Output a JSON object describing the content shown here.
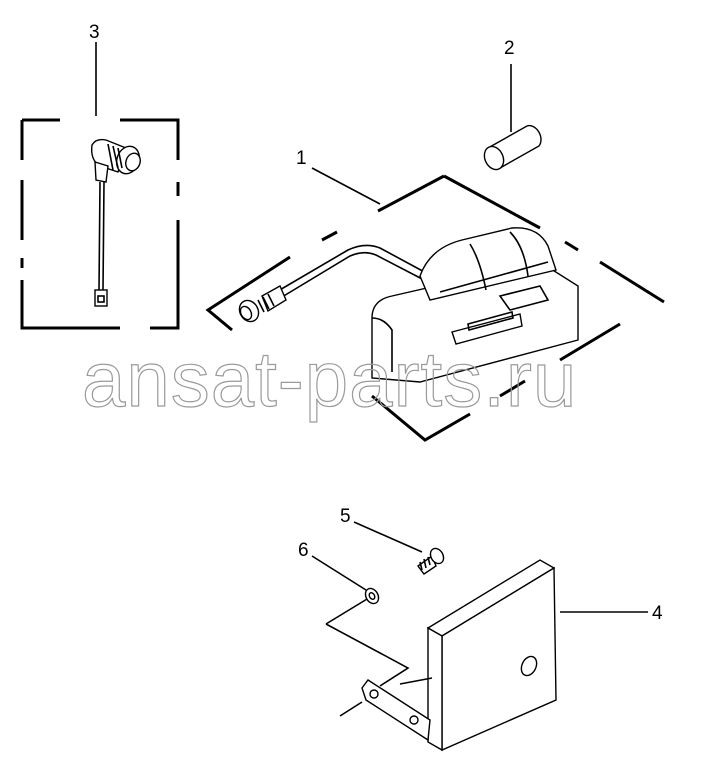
{
  "callouts": {
    "c1": "1",
    "c2": "2",
    "c3": "3",
    "c4": "4",
    "c5": "5",
    "c6": "6"
  },
  "watermark": "ansat-parts.ru",
  "colors": {
    "line": "#000000",
    "watermark_stroke": "#9a9a9a",
    "background": "#ffffff"
  }
}
